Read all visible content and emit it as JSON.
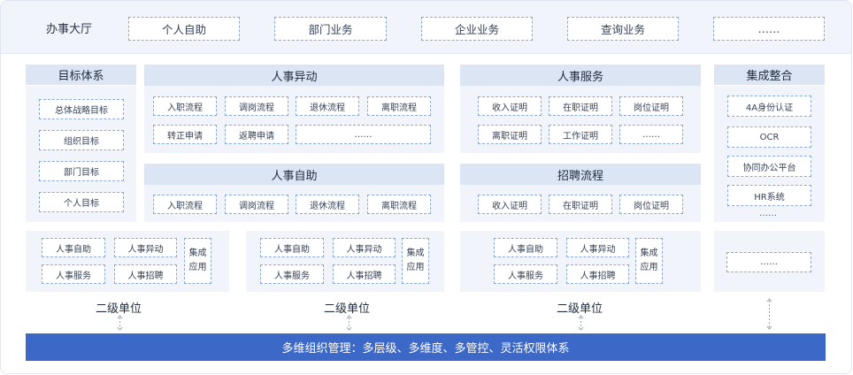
{
  "top": {
    "title": "办事大厅",
    "items": [
      "个人自助",
      "部门业务",
      "企业业务",
      "查询业务",
      "……"
    ]
  },
  "goals": {
    "title": "目标体系",
    "items": [
      "总体战略目标",
      "组织目标",
      "部门目标",
      "个人目标"
    ]
  },
  "hr_change": {
    "title": "人事异动",
    "row1": [
      "入职流程",
      "调岗流程",
      "退休流程",
      "离职流程"
    ],
    "row2": [
      "转正申请",
      "返聘申请",
      "……"
    ]
  },
  "hr_self": {
    "title": "人事自助",
    "items": [
      "入职流程",
      "调岗流程",
      "退休流程",
      "离职流程"
    ]
  },
  "hr_service": {
    "title": "人事服务",
    "row1": [
      "收入证明",
      "在职证明",
      "岗位证明"
    ],
    "row2": [
      "离职证明",
      "工作证明",
      "……"
    ]
  },
  "recruit": {
    "title": "招聘流程",
    "items": [
      "收入证明",
      "在职证明",
      "岗位证明"
    ]
  },
  "integration": {
    "title": "集成整合",
    "items": [
      "4A身份认证",
      "OCR",
      "协同办公平台",
      "HR系统"
    ],
    "more": "……"
  },
  "units": {
    "grid": [
      "人事自助",
      "人事异动",
      "人事服务",
      "人事招聘"
    ],
    "integrated_app": "集成应用",
    "label": "二级单位",
    "more": "……"
  },
  "bottom": "多维组织管理：多层级、多维度、多管控、灵活权限体系",
  "colors": {
    "accent": "#3c68c8",
    "panel": "#f1f5fb",
    "header": "#dbe5f4",
    "dashed": "#8aa7d8"
  }
}
